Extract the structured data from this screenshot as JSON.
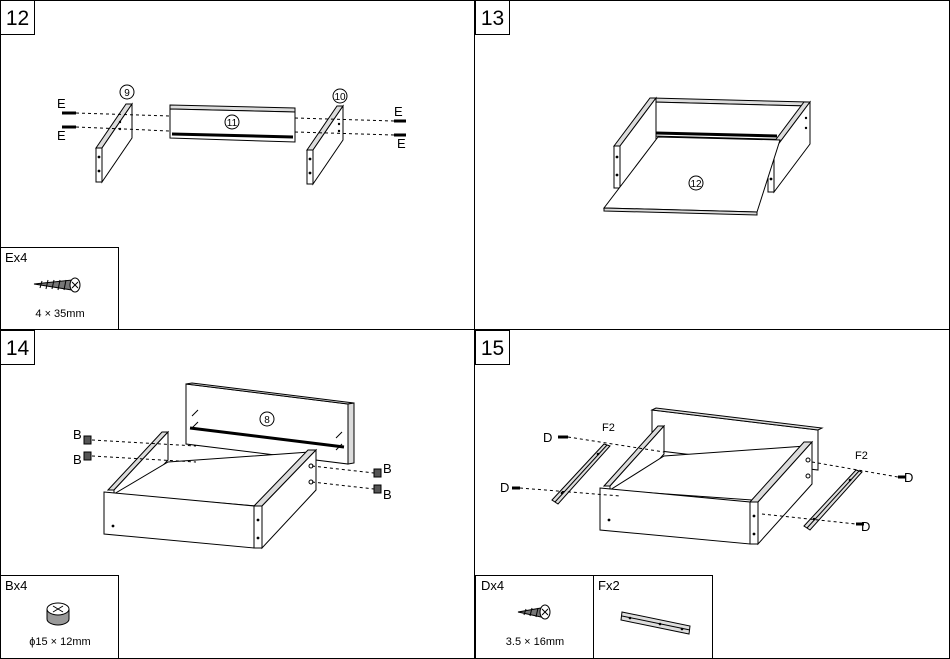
{
  "steps": [
    {
      "number": "12",
      "part_labels": [
        "9",
        "11",
        "10"
      ],
      "screw_letter": "E",
      "hardware": [
        {
          "label": "Ex4",
          "size": "4 × 35mm",
          "icon": "wood-screw-icon"
        }
      ]
    },
    {
      "number": "13",
      "part_labels": [
        "12"
      ]
    },
    {
      "number": "14",
      "part_labels": [
        "8"
      ],
      "fitting_letter": "B",
      "hardware": [
        {
          "label": "Bx4",
          "size": "ɸ15 × 12mm",
          "icon": "cam-lock-icon"
        }
      ]
    },
    {
      "number": "15",
      "screw_letter": "D",
      "runner_label": "F2",
      "hardware": [
        {
          "label": "Dx4",
          "size": "3.5 × 16mm",
          "icon": "short-screw-icon"
        },
        {
          "label": "Fx2",
          "icon": "drawer-runner-icon"
        }
      ]
    }
  ]
}
